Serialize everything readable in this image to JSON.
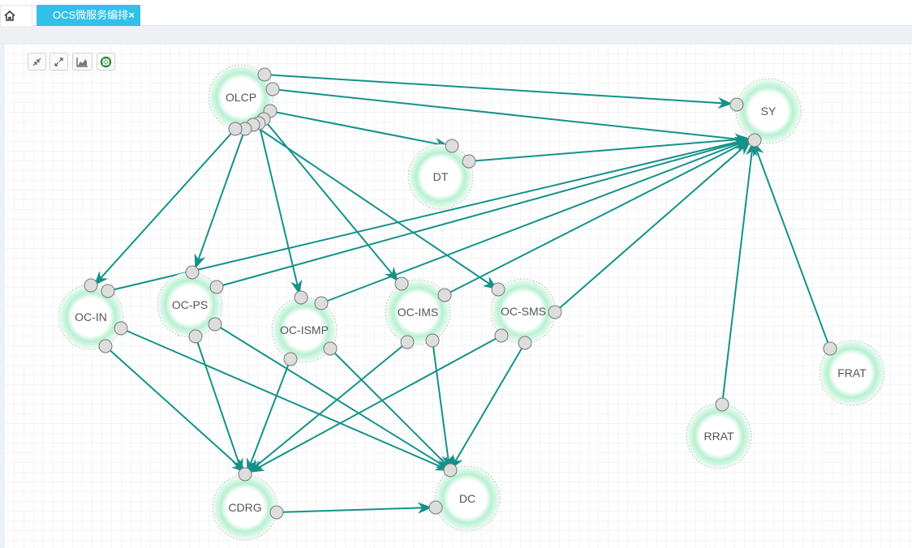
{
  "tabs": {
    "home_icon": "home-icon",
    "active_label": "OCS微服务编排",
    "close_label": "×"
  },
  "toolbar": {
    "buttons": [
      {
        "name": "collapse-button",
        "icon": "collapse-icon"
      },
      {
        "name": "expand-button",
        "icon": "expand-icon"
      },
      {
        "name": "chart-button",
        "icon": "area-chart-icon"
      },
      {
        "name": "help-button",
        "icon": "lifebuoy-icon"
      }
    ]
  },
  "colors": {
    "edge": "#14928a",
    "port_fill": "#dddddd",
    "port_stroke": "#777777",
    "node_glow": "#8fe3b8",
    "tab_active": "#31c1e8"
  },
  "graph": {
    "nodes": [
      {
        "id": "OLCP",
        "label": "OLCP"
      },
      {
        "id": "SY",
        "label": "SY"
      },
      {
        "id": "DT",
        "label": "DT"
      },
      {
        "id": "OC-IN",
        "label": "OC-IN"
      },
      {
        "id": "OC-PS",
        "label": "OC-PS"
      },
      {
        "id": "OC-ISMP",
        "label": "OC-ISMP"
      },
      {
        "id": "OC-IMS",
        "label": "OC-IMS"
      },
      {
        "id": "OC-SMS",
        "label": "OC-SMS"
      },
      {
        "id": "FRAT",
        "label": "FRAT"
      },
      {
        "id": "RRAT",
        "label": "RRAT"
      },
      {
        "id": "CDRG",
        "label": "CDRG"
      },
      {
        "id": "DC",
        "label": "DC"
      }
    ],
    "edges": [
      {
        "from": "OLCP",
        "to": "SY"
      },
      {
        "from": "OLCP",
        "to": "SY"
      },
      {
        "from": "OLCP",
        "to": "DT"
      },
      {
        "from": "OLCP",
        "to": "OC-IN"
      },
      {
        "from": "OLCP",
        "to": "OC-PS"
      },
      {
        "from": "OLCP",
        "to": "OC-ISMP"
      },
      {
        "from": "OLCP",
        "to": "OC-IMS"
      },
      {
        "from": "OLCP",
        "to": "OC-SMS"
      },
      {
        "from": "DT",
        "to": "SY"
      },
      {
        "from": "OC-IN",
        "to": "SY"
      },
      {
        "from": "OC-PS",
        "to": "SY"
      },
      {
        "from": "OC-ISMP",
        "to": "SY"
      },
      {
        "from": "OC-IMS",
        "to": "SY"
      },
      {
        "from": "OC-SMS",
        "to": "SY"
      },
      {
        "from": "FRAT",
        "to": "SY"
      },
      {
        "from": "RRAT",
        "to": "SY"
      },
      {
        "from": "OC-IN",
        "to": "CDRG"
      },
      {
        "from": "OC-IN",
        "to": "DC"
      },
      {
        "from": "OC-PS",
        "to": "CDRG"
      },
      {
        "from": "OC-PS",
        "to": "DC"
      },
      {
        "from": "OC-ISMP",
        "to": "CDRG"
      },
      {
        "from": "OC-ISMP",
        "to": "DC"
      },
      {
        "from": "OC-IMS",
        "to": "CDRG"
      },
      {
        "from": "OC-IMS",
        "to": "DC"
      },
      {
        "from": "OC-SMS",
        "to": "CDRG"
      },
      {
        "from": "OC-SMS",
        "to": "DC"
      },
      {
        "from": "CDRG",
        "to": "DC"
      }
    ]
  }
}
